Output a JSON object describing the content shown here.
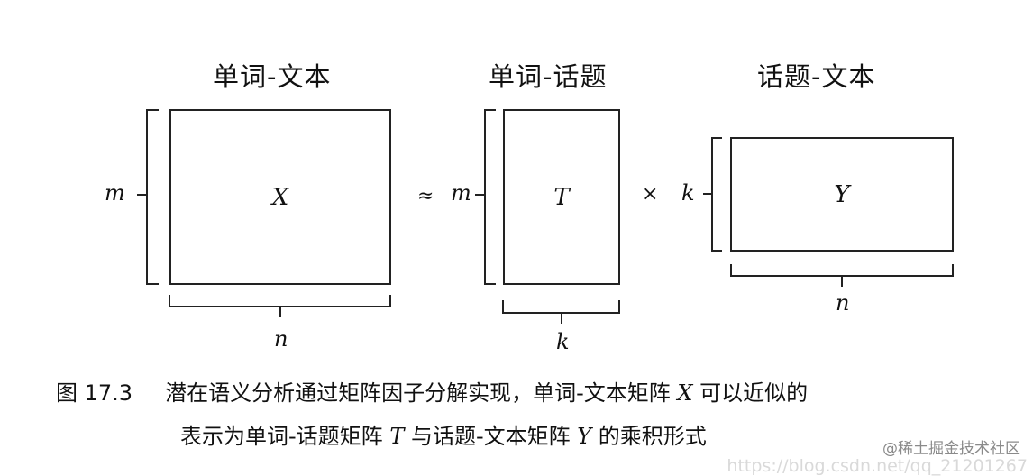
{
  "diagram": {
    "titles": {
      "word_doc": "单词-文本",
      "word_topic": "单词-话题",
      "topic_doc": "话题-文本"
    },
    "matrices": {
      "x": "X",
      "t": "T",
      "y": "Y"
    },
    "dimensions": {
      "x_rows": "m",
      "x_cols": "n",
      "t_rows": "m",
      "t_cols": "k",
      "y_rows": "k",
      "y_cols": "n"
    },
    "operators": {
      "approx": "≈",
      "times": "×"
    }
  },
  "caption": {
    "label": "图 17.3",
    "line1_a": "潜在语义分析通过矩阵因子分解实现，单词-文本矩阵",
    "line1_var": "X",
    "line1_b": "可以近似的",
    "line2_a": "表示为单词-话题矩阵",
    "line2_var1": "T",
    "line2_b": "与话题-文本矩阵",
    "line2_var2": "Y",
    "line2_c": "的乘积形式"
  },
  "watermark": {
    "brand": "@稀土掘金技术社区",
    "url": "https://blog.csdn.net/qq_21201267"
  }
}
